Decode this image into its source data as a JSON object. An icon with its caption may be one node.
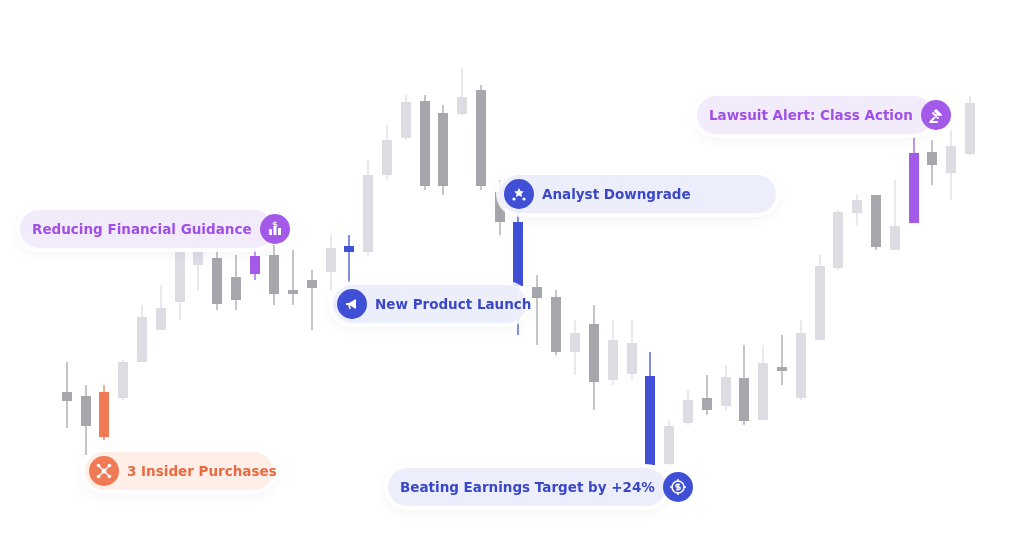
{
  "diagram": {
    "nodes": [
      {
        "text": [
          "Lawsuit Alert: Class Action"
        ]
      },
      {
        "text": [
          "Analyst Downgrade"
        ]
      },
      {
        "text": [
          "Reducing Financial Guidance"
        ]
      },
      {
        "text": [
          "New Product Launch"
        ]
      },
      {
        "text": [
          "3 Insider Purchases"
        ]
      },
      {
        "text": [
          "Beating Earnings Target by +24%"
        ]
      }
    ]
  }
}
